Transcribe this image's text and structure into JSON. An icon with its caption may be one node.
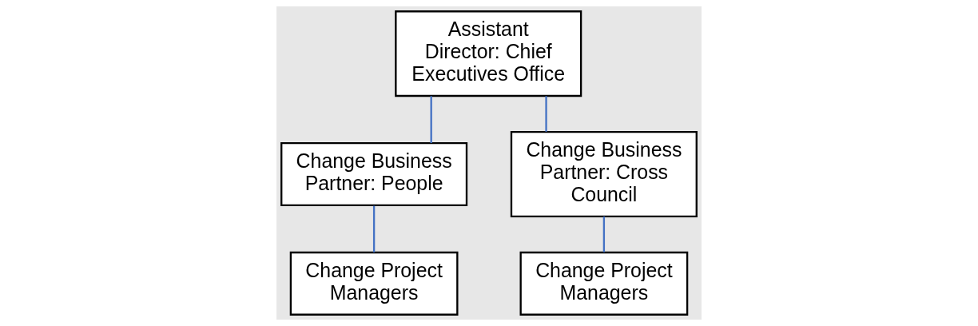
{
  "diagram": {
    "nodes": [
      {
        "text": [
          "Assistant Director: Chief Executives Office"
        ]
      },
      {
        "text": [
          "Change Business Partner: People"
        ]
      },
      {
        "text": [
          "Change Business Partner: Cross Council"
        ]
      },
      {
        "text": [
          "Change Project Managers"
        ]
      },
      {
        "text": [
          "Change Project Managers"
        ]
      }
    ],
    "edges": [
      {
        "from": 0,
        "to": 1,
        "arrow": "none"
      },
      {
        "from": 0,
        "to": 2,
        "arrow": "none"
      },
      {
        "from": 1,
        "to": 3,
        "arrow": "none"
      },
      {
        "from": 2,
        "to": 4,
        "arrow": "none"
      }
    ]
  }
}
